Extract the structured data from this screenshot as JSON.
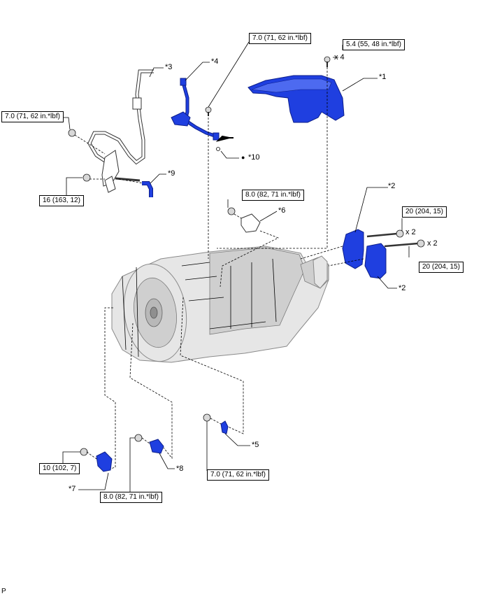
{
  "torque_specs": {
    "t_top": "7.0 (71, 62 in.*lbf)",
    "t_topright": "5.4 (55, 48 in.*lbf)",
    "t_left": "7.0 (71, 62 in.*lbf)",
    "t_16": "16 (163, 12)",
    "t_6": "8.0 (82, 71 in.*lbf)",
    "t_20a": "20 (204, 15)",
    "t_20b": "20 (204, 15)",
    "t_10": "10 (102, 7)",
    "t_8": "8.0 (82, 71 in.*lbf)",
    "t_5": "7.0 (71, 62 in.*lbf)"
  },
  "quantities": {
    "q_top": "x 4",
    "q_bolt1": "x 2",
    "q_bolt2": "x 2"
  },
  "callouts": {
    "c1": "*1",
    "c2a": "*2",
    "c2b": "*2",
    "c3": "*3",
    "c4": "*4",
    "c5": "*5",
    "c6": "*6",
    "c7": "*7",
    "c8": "*8",
    "c9": "*9",
    "c10": "*10",
    "c10_bullet": "●"
  },
  "page_mark": "P"
}
